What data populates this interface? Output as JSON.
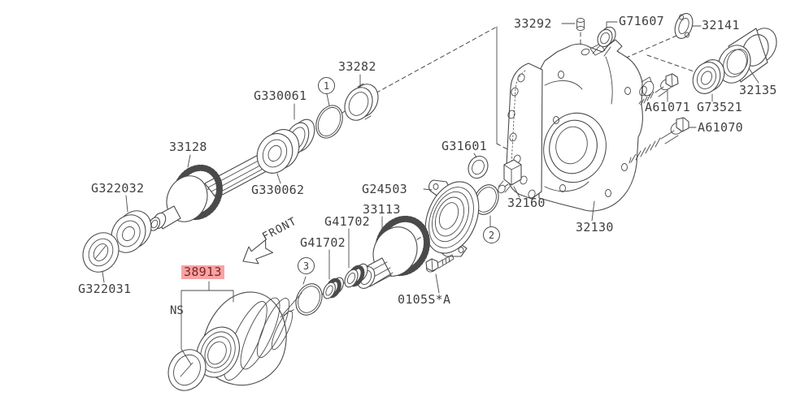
{
  "diagram": {
    "type": "exploded-parts-diagram"
  },
  "colors": {
    "line": "#4a4a4a",
    "text": "#3f3f3f",
    "highlight_bg": "#f7a3a3",
    "highlight_text": "#7c2424",
    "background": "#ffffff"
  },
  "labels": {
    "33292": "33292",
    "G71607": "G71607",
    "32141": "32141",
    "32135": "32135",
    "A61071": "A61071",
    "G73521": "G73521",
    "A61070": "A61070",
    "33282": "33282",
    "G330061": "G330061",
    "33128": "33128",
    "G330062": "G330062",
    "G322032": "G322032",
    "G322031": "G322031",
    "G31601": "G31601",
    "G24503": "G24503",
    "33113": "33113",
    "G41702": "G41702",
    "0105SA": "0105S*A",
    "32160": "32160",
    "32130": "32130",
    "38913": "38913"
  },
  "highlighted_part": "38913",
  "annotations": {
    "front": "FRONT",
    "ns": "NS"
  },
  "callouts": {
    "1": "1",
    "2": "2",
    "3": "3"
  }
}
